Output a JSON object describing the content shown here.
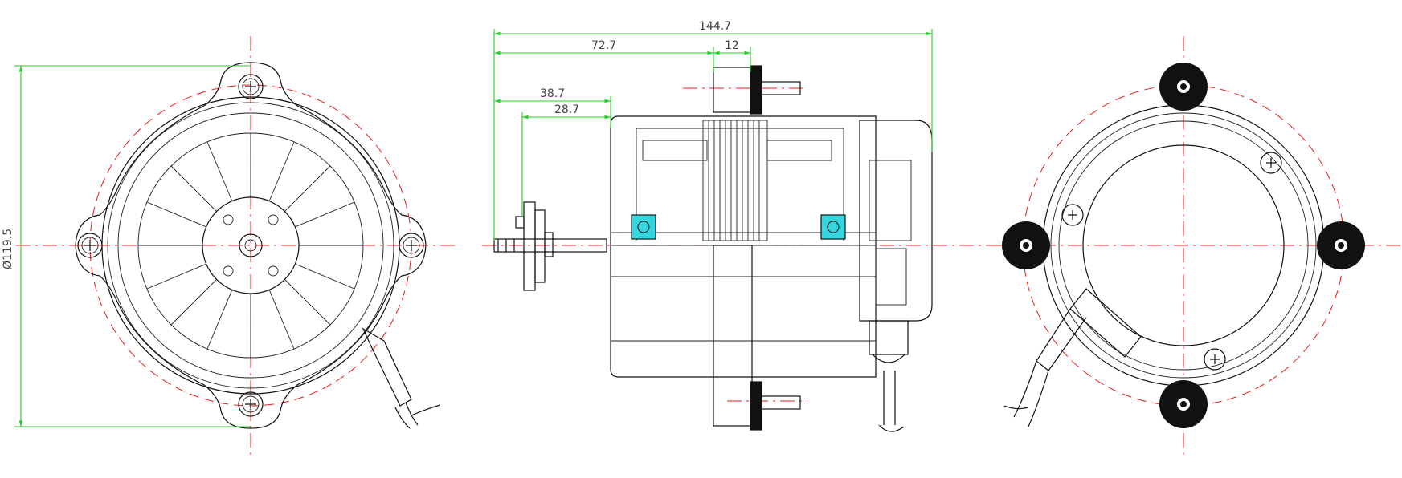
{
  "dimensions": {
    "overall_length": "144.7",
    "to_mount": "72.7",
    "mount_width": "12",
    "shaft_a": "38.7",
    "shaft_b": "28.7",
    "diameter": "Ø119.5"
  },
  "views": [
    "front-view",
    "side-section-view",
    "rear-view"
  ],
  "colors": {
    "outline": "#111111",
    "centerline": "#e81c1c",
    "dimension": "#1fd11f",
    "bearing": "#36d6e0"
  }
}
